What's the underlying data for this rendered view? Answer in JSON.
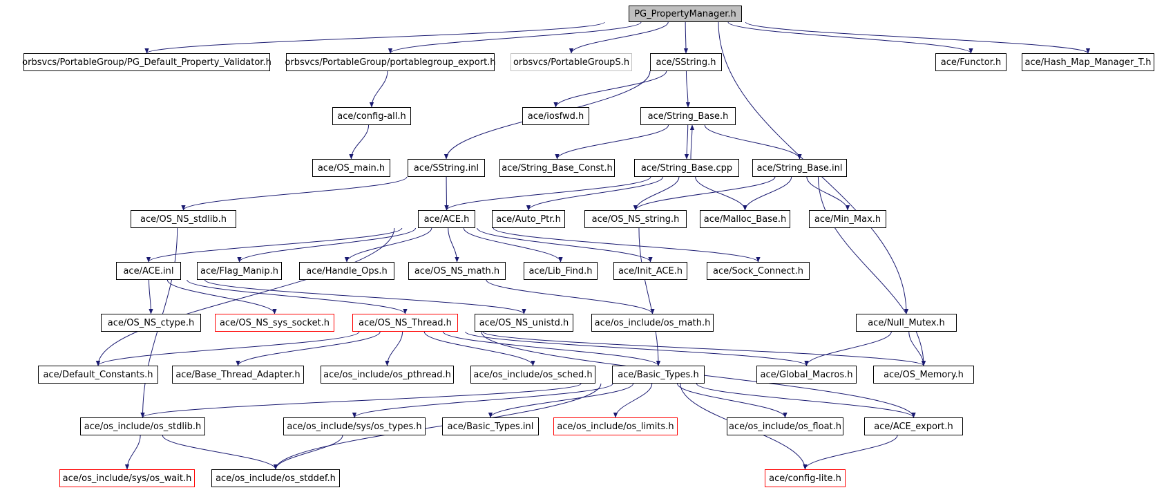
{
  "graph": {
    "colors": {
      "edge": "#191970",
      "node_border": "#000000",
      "root_fill": "#bfbfbf",
      "missing_border": "#bfbfbf",
      "truncated_border": "#ff0000"
    },
    "nodes": [
      {
        "id": "n0",
        "label": "PG_PropertyManager.h",
        "kind": "root"
      },
      {
        "id": "n1",
        "label": "orbsvcs/PortableGroup/PG_Default_Property_Validator.h"
      },
      {
        "id": "n2",
        "label": "orbsvcs/PortableGroup/portablegroup_export.h"
      },
      {
        "id": "n3",
        "label": "orbsvcs/PortableGroupS.h",
        "kind": "missing"
      },
      {
        "id": "n4",
        "label": "ace/SString.h"
      },
      {
        "id": "n5",
        "label": "ace/Functor.h"
      },
      {
        "id": "n6",
        "label": "ace/Hash_Map_Manager_T.h"
      },
      {
        "id": "n7",
        "label": "ace/config-all.h"
      },
      {
        "id": "n8",
        "label": "ace/iosfwd.h"
      },
      {
        "id": "n9",
        "label": "ace/String_Base.h"
      },
      {
        "id": "n10",
        "label": "ace/OS_main.h"
      },
      {
        "id": "n11",
        "label": "ace/SString.inl"
      },
      {
        "id": "n12",
        "label": "ace/String_Base_Const.h"
      },
      {
        "id": "n13",
        "label": "ace/String_Base.cpp"
      },
      {
        "id": "n14",
        "label": "ace/String_Base.inl"
      },
      {
        "id": "n15",
        "label": "ace/OS_NS_stdlib.h"
      },
      {
        "id": "n16",
        "label": "ace/ACE.h"
      },
      {
        "id": "n17",
        "label": "ace/Auto_Ptr.h"
      },
      {
        "id": "n18",
        "label": "ace/OS_NS_string.h"
      },
      {
        "id": "n19",
        "label": "ace/Malloc_Base.h"
      },
      {
        "id": "n20",
        "label": "ace/Min_Max.h"
      },
      {
        "id": "n21",
        "label": "ace/ACE.inl"
      },
      {
        "id": "n22",
        "label": "ace/Flag_Manip.h"
      },
      {
        "id": "n23",
        "label": "ace/Handle_Ops.h"
      },
      {
        "id": "n24",
        "label": "ace/OS_NS_math.h"
      },
      {
        "id": "n25",
        "label": "ace/Lib_Find.h"
      },
      {
        "id": "n26",
        "label": "ace/Init_ACE.h"
      },
      {
        "id": "n27",
        "label": "ace/Sock_Connect.h"
      },
      {
        "id": "n28",
        "label": "ace/OS_NS_ctype.h"
      },
      {
        "id": "n29",
        "label": "ace/OS_NS_sys_socket.h",
        "kind": "truncated"
      },
      {
        "id": "n30",
        "label": "ace/OS_NS_Thread.h",
        "kind": "truncated"
      },
      {
        "id": "n31",
        "label": "ace/OS_NS_unistd.h"
      },
      {
        "id": "n32",
        "label": "ace/os_include/os_math.h"
      },
      {
        "id": "n33",
        "label": "ace/Null_Mutex.h"
      },
      {
        "id": "n34",
        "label": "ace/Default_Constants.h"
      },
      {
        "id": "n35",
        "label": "ace/Base_Thread_Adapter.h"
      },
      {
        "id": "n36",
        "label": "ace/os_include/os_pthread.h"
      },
      {
        "id": "n37",
        "label": "ace/os_include/os_sched.h"
      },
      {
        "id": "n38",
        "label": "ace/Basic_Types.h"
      },
      {
        "id": "n39",
        "label": "ace/Global_Macros.h"
      },
      {
        "id": "n40",
        "label": "ace/OS_Memory.h"
      },
      {
        "id": "n41",
        "label": "ace/os_include/os_stdlib.h"
      },
      {
        "id": "n42",
        "label": "ace/os_include/sys/os_types.h"
      },
      {
        "id": "n43",
        "label": "ace/Basic_Types.inl"
      },
      {
        "id": "n44",
        "label": "ace/os_include/os_limits.h",
        "kind": "truncated"
      },
      {
        "id": "n45",
        "label": "ace/os_include/os_float.h"
      },
      {
        "id": "n46",
        "label": "ace/ACE_export.h"
      },
      {
        "id": "n47",
        "label": "ace/os_include/sys/os_wait.h",
        "kind": "truncated"
      },
      {
        "id": "n48",
        "label": "ace/os_include/os_stddef.h"
      },
      {
        "id": "n49",
        "label": "ace/config-lite.h",
        "kind": "truncated"
      }
    ],
    "edges": [
      [
        "n0",
        "n1"
      ],
      [
        "n0",
        "n2"
      ],
      [
        "n0",
        "n3"
      ],
      [
        "n0",
        "n4"
      ],
      [
        "n0",
        "n5"
      ],
      [
        "n0",
        "n6"
      ],
      [
        "n0",
        "n33"
      ],
      [
        "n2",
        "n7"
      ],
      [
        "n7",
        "n10"
      ],
      [
        "n4",
        "n8"
      ],
      [
        "n4",
        "n9"
      ],
      [
        "n4",
        "n11"
      ],
      [
        "n9",
        "n12"
      ],
      [
        "n9",
        "n13"
      ],
      [
        "n9",
        "n14"
      ],
      [
        "n13",
        "n9"
      ],
      [
        "n13",
        "n16"
      ],
      [
        "n13",
        "n17"
      ],
      [
        "n13",
        "n18"
      ],
      [
        "n13",
        "n19"
      ],
      [
        "n14",
        "n18"
      ],
      [
        "n14",
        "n19"
      ],
      [
        "n14",
        "n20"
      ],
      [
        "n14",
        "n40"
      ],
      [
        "n11",
        "n15"
      ],
      [
        "n11",
        "n16"
      ],
      [
        "n15",
        "n41"
      ],
      [
        "n16",
        "n21"
      ],
      [
        "n16",
        "n22"
      ],
      [
        "n16",
        "n23"
      ],
      [
        "n16",
        "n24"
      ],
      [
        "n16",
        "n25"
      ],
      [
        "n16",
        "n26"
      ],
      [
        "n16",
        "n27"
      ],
      [
        "n16",
        "n34"
      ],
      [
        "n18",
        "n38"
      ],
      [
        "n21",
        "n28"
      ],
      [
        "n21",
        "n29"
      ],
      [
        "n21",
        "n30"
      ],
      [
        "n21",
        "n31"
      ],
      [
        "n24",
        "n32"
      ],
      [
        "n30",
        "n34"
      ],
      [
        "n30",
        "n35"
      ],
      [
        "n30",
        "n36"
      ],
      [
        "n30",
        "n37"
      ],
      [
        "n30",
        "n38"
      ],
      [
        "n30",
        "n39"
      ],
      [
        "n30",
        "n40"
      ],
      [
        "n30",
        "n46"
      ],
      [
        "n33",
        "n39"
      ],
      [
        "n33",
        "n40"
      ],
      [
        "n38",
        "n41"
      ],
      [
        "n38",
        "n42"
      ],
      [
        "n38",
        "n43"
      ],
      [
        "n38",
        "n44"
      ],
      [
        "n38",
        "n45"
      ],
      [
        "n38",
        "n46"
      ],
      [
        "n38",
        "n48"
      ],
      [
        "n38",
        "n49"
      ],
      [
        "n41",
        "n47"
      ],
      [
        "n41",
        "n48"
      ],
      [
        "n42",
        "n48"
      ],
      [
        "n46",
        "n49"
      ]
    ]
  }
}
